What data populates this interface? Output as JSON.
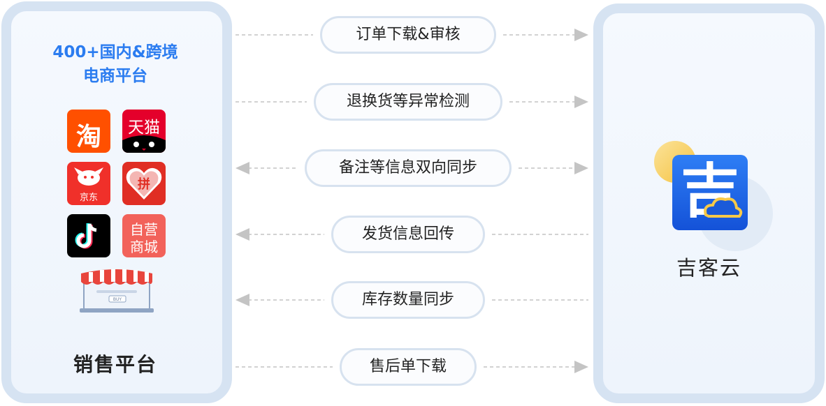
{
  "left_panel": {
    "title_line1": "400+国内&跨境",
    "title_line2": "电商平台",
    "caption": "销售平台",
    "platforms": [
      {
        "name": "taobao",
        "label": "淘",
        "color": "#ff5000"
      },
      {
        "name": "tmall",
        "label": "天猫",
        "color": "#e4002b"
      },
      {
        "name": "jd",
        "label": "京东",
        "color": "#f0302a"
      },
      {
        "name": "pinduoduo",
        "label": "拼",
        "color": "#e02e24"
      },
      {
        "name": "douyin",
        "label": "",
        "color": "#000000"
      },
      {
        "name": "self-mall",
        "label_line1": "自营",
        "label_line2": "商城",
        "color": "#f2625a"
      }
    ],
    "shop_sign": "BUY"
  },
  "flows": [
    {
      "label": "订单下载&审核",
      "direction": "to-right"
    },
    {
      "label": "退换货等异常检测",
      "direction": "to-right"
    },
    {
      "label": "备注等信息双向同步",
      "direction": "both"
    },
    {
      "label": "发货信息回传",
      "direction": "to-left"
    },
    {
      "label": "库存数量同步",
      "direction": "to-left"
    },
    {
      "label": "售后单下载",
      "direction": "to-right"
    }
  ],
  "right_panel": {
    "logo_glyph": "吉",
    "caption": "吉客云"
  },
  "colors": {
    "panel_border": "#d6e3f2",
    "title_blue": "#2b7cf0",
    "connector": "#c4c4c4",
    "logo_blue": "#1f63e6",
    "sun_yellow": "#f7c948"
  }
}
